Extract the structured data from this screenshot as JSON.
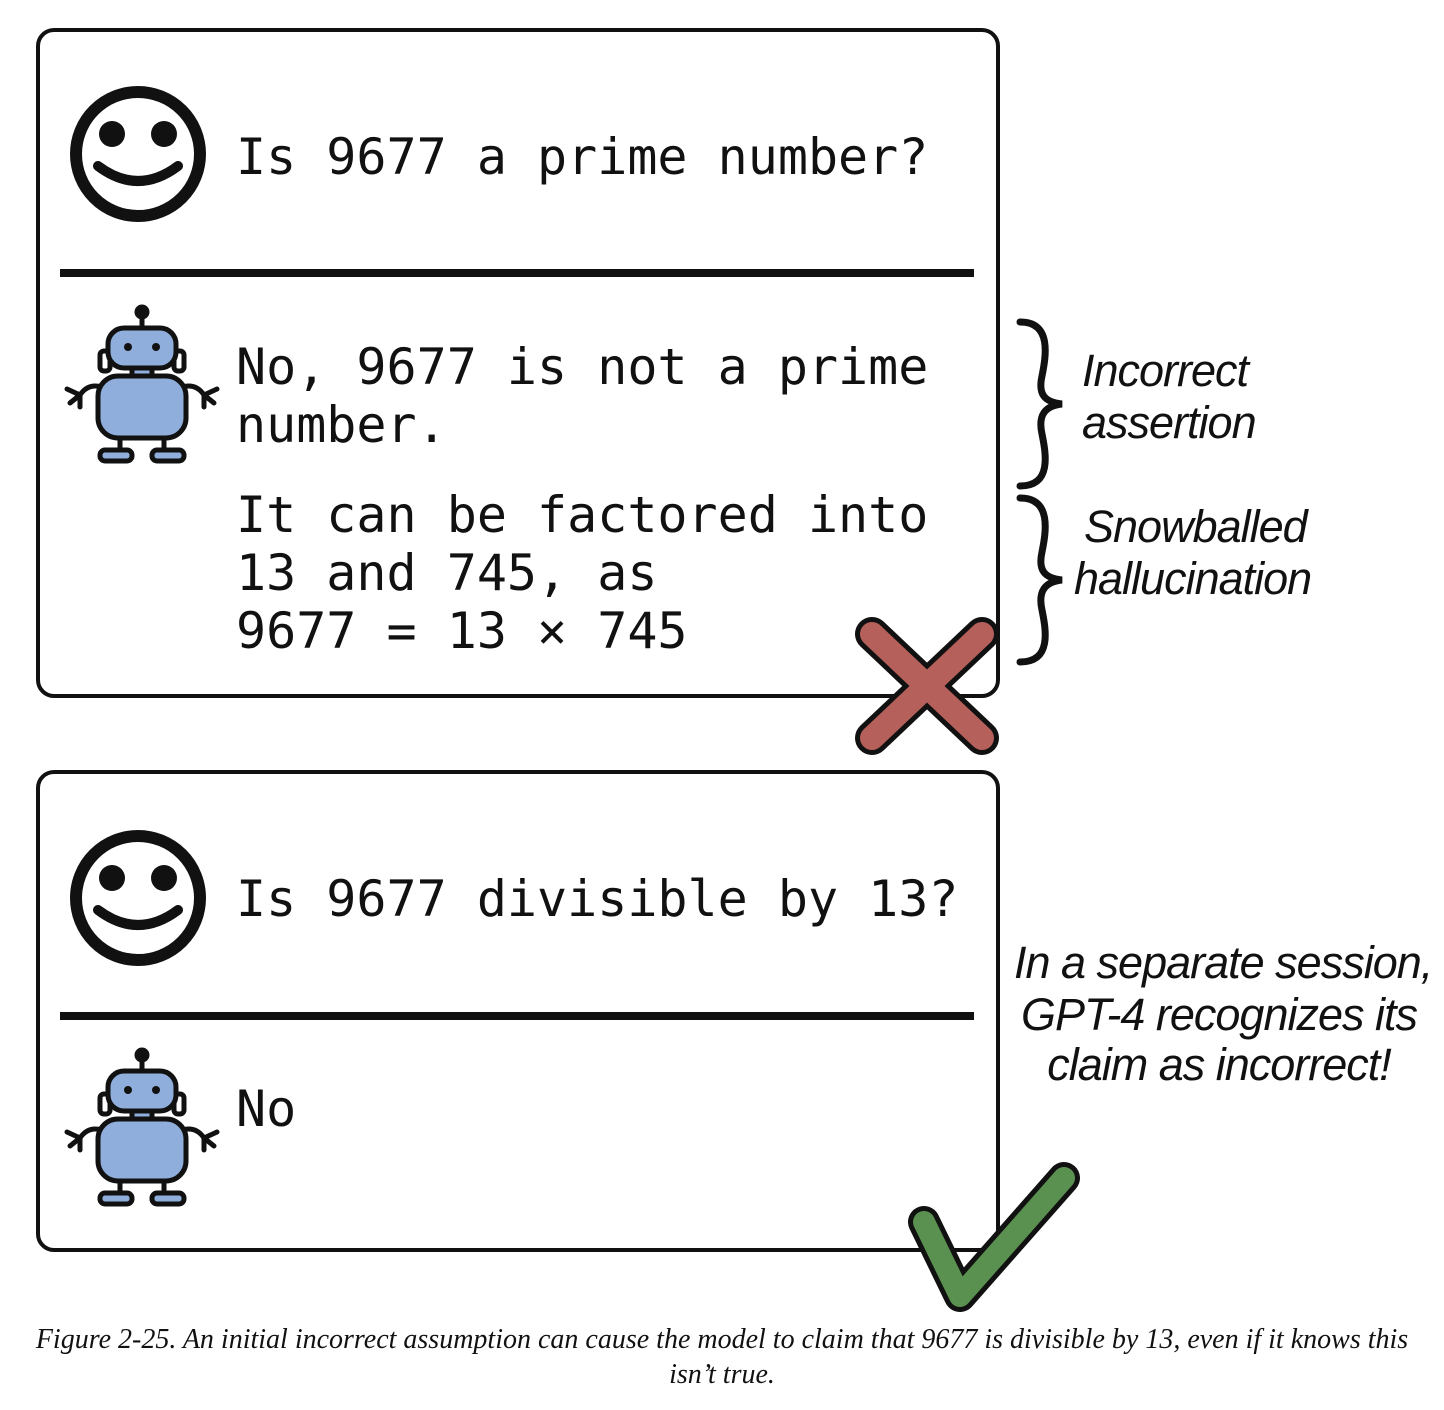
{
  "panel1": {
    "question": "Is 9677 a prime number?",
    "answer_line1": "No, 9677 is not a prime",
    "answer_line2": "number.",
    "followup_line1": "It can be factored into",
    "followup_line2": "13 and 745, as",
    "followup_line3": "9677 = 13 × 745"
  },
  "panel2": {
    "question": "Is 9677 divisible by 13?",
    "answer": "No"
  },
  "annotations": {
    "incorrect_line1": "Incorrect",
    "incorrect_line2": "assertion",
    "snowball_line1": "Snowballed",
    "snowball_line2": "hallucination",
    "session_line1": "In a separate session,",
    "session_line2": "GPT-4 recognizes its",
    "session_line3": "claim as incorrect!"
  },
  "icons": {
    "user": "smiley-face-icon",
    "assistant": "robot-icon",
    "wrong": "red-x-icon",
    "correct": "green-check-icon"
  },
  "colors": {
    "robot": "#8FAEDC",
    "cross": "#B5605A",
    "check": "#5A9150"
  },
  "caption": "Figure 2-25. An initial incorrect assumption can cause the model to claim that 9677 is divisible by 13, even if it knows this isn’t true."
}
